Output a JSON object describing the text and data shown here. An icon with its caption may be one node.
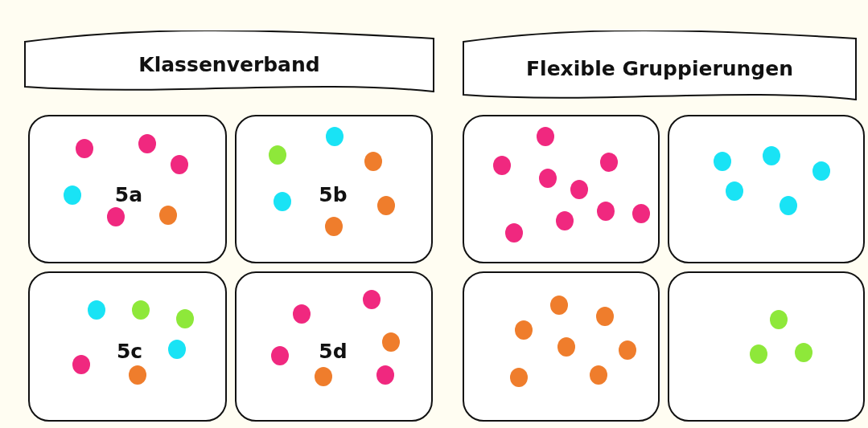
{
  "diagram": {
    "nodes": [
      {
        "text": [
          "Klassenverband"
        ]
      },
      {
        "text": [
          "Flexible Gruppierungen"
        ]
      },
      {
        "text": [
          "5a"
        ]
      },
      {
        "text": [
          "5b"
        ]
      },
      {
        "text": [
          "5c"
        ]
      },
      {
        "text": [
          "5d"
        ]
      },
      {
        "text": [],
        "shape": "box"
      },
      {
        "text": [],
        "shape": "box"
      },
      {
        "text": [],
        "shape": "box"
      },
      {
        "text": [],
        "shape": "box"
      }
    ]
  }
}
